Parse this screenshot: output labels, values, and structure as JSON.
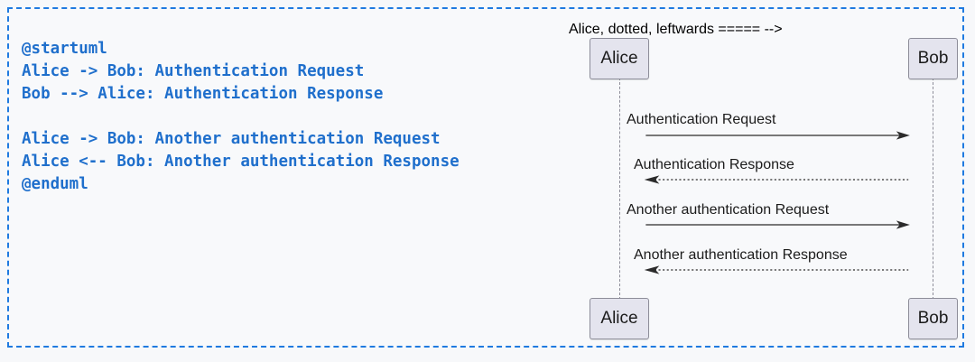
{
  "frame": {
    "border_color": "#1f7ae0",
    "background": "#f8f9fb",
    "style": "dashed"
  },
  "code_panel": {
    "name": "plantuml-source",
    "language": "plantuml",
    "text_color": "#1f6fcc",
    "lines": [
      "@startuml",
      "Alice -> Bob: Authentication Request",
      "Bob --> Alice: Authentication Response",
      "",
      "Alice -> Bob: Another authentication Request",
      "Alice <-- Bob: Another authentication Response",
      "@enduml"
    ],
    "source": "@startuml\nAlice -> Bob: Authentication Request\nBob --> Alice: Authentication Response\n\nAlice -> Bob: Another authentication Request\nAlice <-- Bob: Another authentication Response\n@enduml"
  },
  "diagram": {
    "type": "sequence-diagram",
    "participant_fill": "#e4e4ee",
    "participant_border": "#8d8d99",
    "line_color": "#2b2b2b",
    "participants": [
      {
        "id": "alice",
        "label": "Alice"
      },
      {
        "id": "bob",
        "label": "Bob"
      }
    ],
    "messages": [
      {
        "index": 1,
        "from": "alice",
        "to": "bob",
        "label": "Authentication Request",
        "line": "solid",
        "direction": "right"
      },
      {
        "index": 2,
        "from": "bob",
        "to": "alice",
        "label": "Authentication Response",
        "line": "dotted",
        "direction": "left"
      },
      {
        "index": 3,
        "from": "alice",
        "to": "bob",
        "label": "Another authentication Request",
        "line": "solid",
        "direction": "right"
      },
      {
        "index": 4,
        "from": "bob",
        "to": "alice",
        "label": "Another authentication Response",
        "line": "dotted",
        "direction": "left"
      }
    ]
  }
}
